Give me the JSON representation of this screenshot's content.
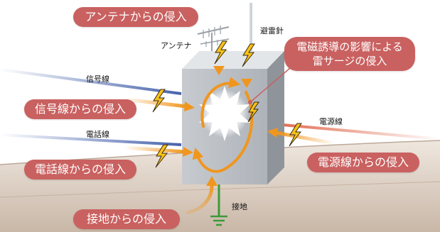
{
  "surge_paths": {
    "antenna": "アンテナからの侵入",
    "induction_line1": "電磁誘導の影響による",
    "induction_line2": "雷サージの侵入",
    "signal": "信号線からの侵入",
    "phone": "電話線からの侵入",
    "power": "電源線からの侵入",
    "ground": "接地からの侵入"
  },
  "labels": {
    "lightning_rod": "避雷針",
    "antenna": "アンテナ",
    "signal_line": "信号線",
    "phone_line": "電話線",
    "power_line": "電源線",
    "ground": "接地"
  },
  "colors": {
    "callout": "#c96160",
    "arrow": "#f0961e",
    "bolt": "#f7c21a",
    "signal_cable": "#3d5aa8",
    "power_cable": "#e0664a",
    "ground_wire": "#3d9a3a"
  }
}
